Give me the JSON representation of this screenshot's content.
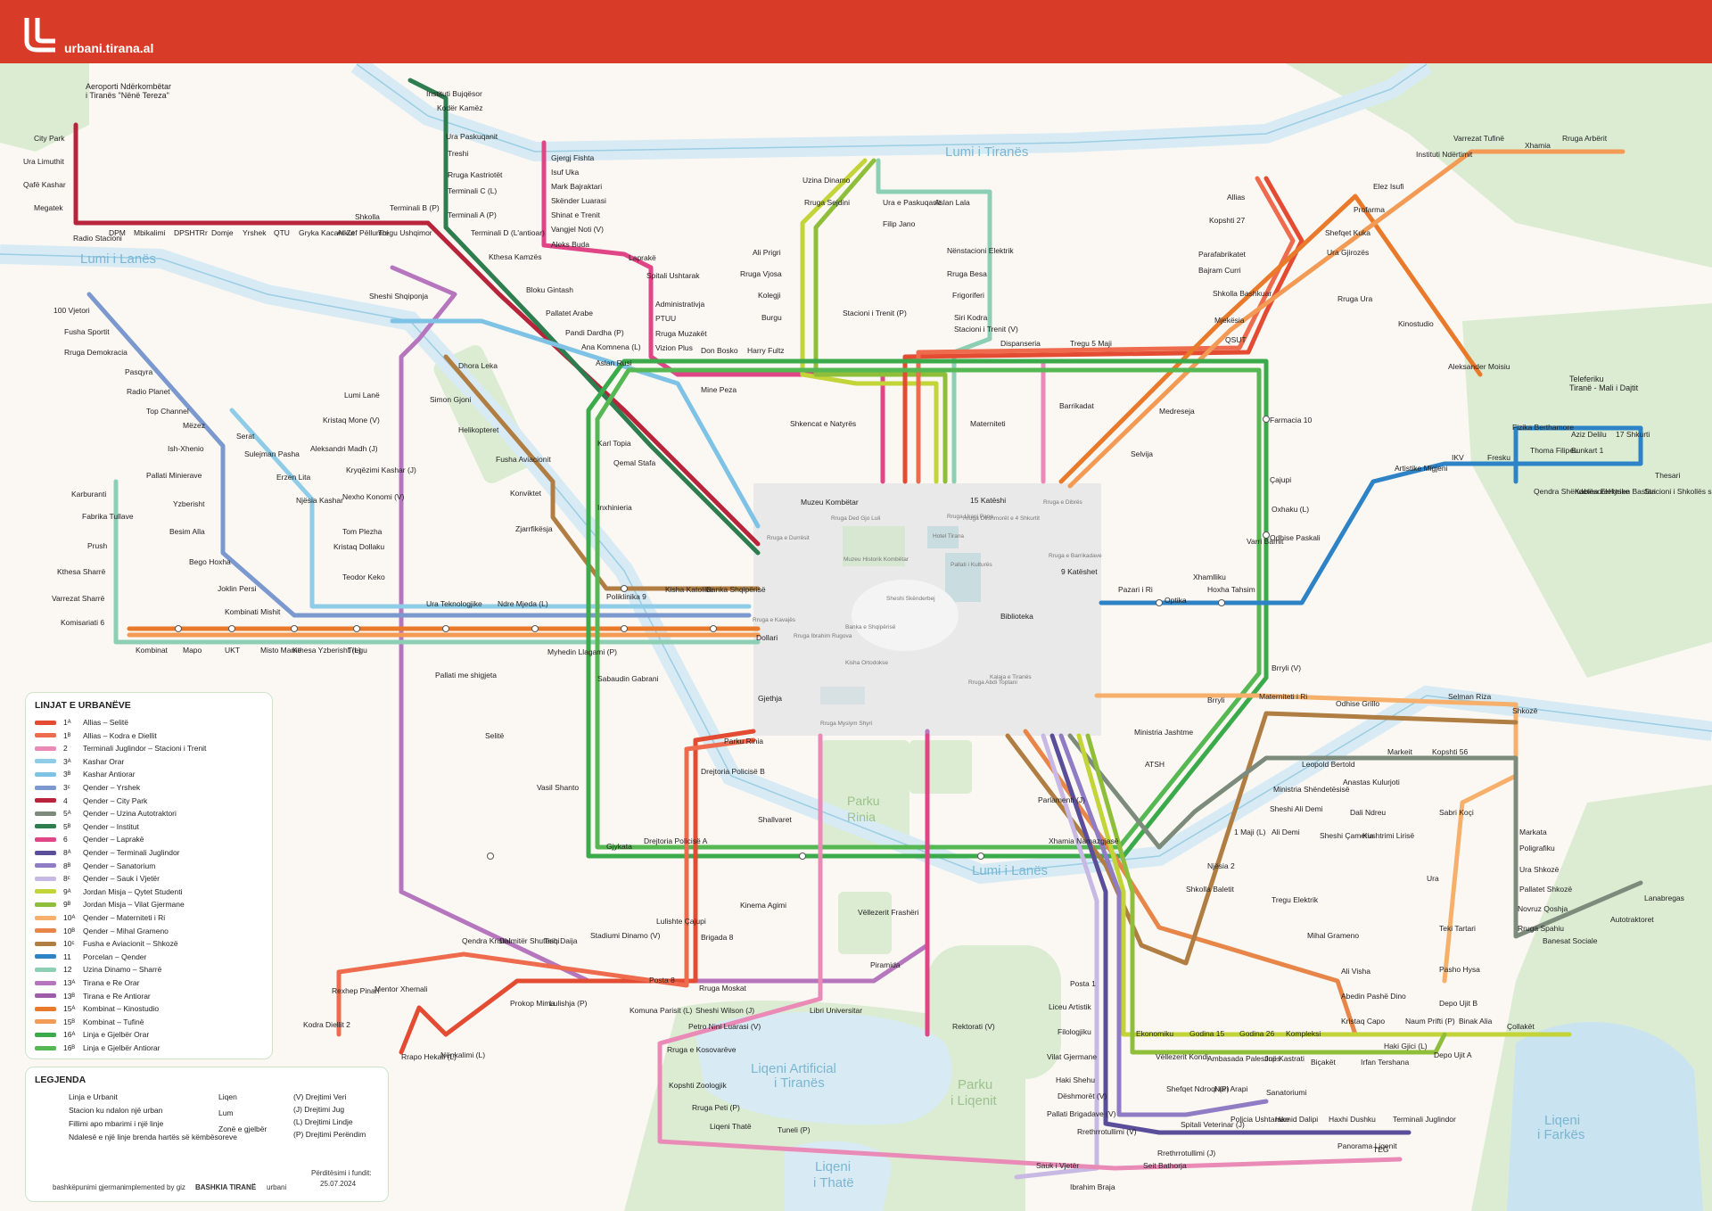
{
  "header": {
    "site": "urbani.tirana.al",
    "color": "#d83c29"
  },
  "map_labels": {
    "airport": [
      "Aeroporti Ndërkombëtar",
      "i Tiranës \"Nënë Tereza\""
    ],
    "river_tirana": "Lumi i Tiranës",
    "river_lana_west": "Lumi i Lanës",
    "river_lana_center": "Lumi i Lanës",
    "park_rinia": [
      "Parku",
      "Rinia"
    ],
    "lake_artificial": [
      "Liqeni Artificial",
      "i Tiranës"
    ],
    "park_liqenit": [
      "Parku",
      "i Liqenit"
    ],
    "lake_thate": [
      "Liqeni",
      "i Thatë"
    ],
    "lake_farkes": [
      "Liqeni",
      "i Farkës"
    ],
    "cable_car": [
      "Teleferiku",
      "Tiranë - Mali i Dajtit"
    ],
    "center_places": [
      "Muzeu Historik Kombëtar",
      "Sheshi Skënderbej",
      "Hotel Tirana",
      "Pallati i Kulturës",
      "Banka e Shqipërisë",
      "Kisha Ortodokse",
      "Kalaja e Tiranës",
      "Rruga e Kavajës",
      "Rruga e Durrësit",
      "Rruga Dëshmorët e 4 Shkurtit",
      "Rruga Abdi Toptani",
      "Rruga Myslym Shyri",
      "Rruga Ibrahim Rugova",
      "Rruga Ded Gjo Luli",
      "Rruga Urani Pano",
      "Rruga e Dibrës",
      "Rruga e Barrikadave"
    ]
  },
  "stops": [
    {
      "t": "City Park"
    },
    {
      "t": "Ura Limuthit"
    },
    {
      "t": "Qafë Kashar"
    },
    {
      "t": "Megatek"
    },
    {
      "t": "Radio Stacioni"
    },
    {
      "t": "DPM"
    },
    {
      "t": "Mbikalimi"
    },
    {
      "t": "DPSHTRr"
    },
    {
      "t": "Domje"
    },
    {
      "t": "Yrshek"
    },
    {
      "t": "QTU"
    },
    {
      "t": "Gryka Kacanikut"
    },
    {
      "t": "At Zef Pëllumbi"
    },
    {
      "t": "Shkolla"
    },
    {
      "t": "Tregu Ushqimor"
    },
    {
      "t": "Terminali B (P)"
    },
    {
      "t": "Instituti Bujqësor"
    },
    {
      "t": "Kodër Kamëz"
    },
    {
      "t": "Ura Paskuqanit"
    },
    {
      "t": "Treshi"
    },
    {
      "t": "Rruga Kastriotët"
    },
    {
      "t": "Terminali C (L)"
    },
    {
      "t": "Terminali A (P)"
    },
    {
      "t": "Terminali D (L'antioar)"
    },
    {
      "t": "Kthesa Kamzës"
    },
    {
      "t": "Gjergj Fishta"
    },
    {
      "t": "Isuf Uka"
    },
    {
      "t": "Mark Bajraktari"
    },
    {
      "t": "Skënder Luarasi"
    },
    {
      "t": "Shinat e Trenit"
    },
    {
      "t": "Vangjel Noti (V)"
    },
    {
      "t": "Aleks Buda"
    },
    {
      "t": "Laprakë"
    },
    {
      "t": "Spitali Ushtarak"
    },
    {
      "t": "Administrativja"
    },
    {
      "t": "PTUU"
    },
    {
      "t": "Rruga Muzakët"
    },
    {
      "t": "Vizion Plus"
    },
    {
      "t": "Bloku Gintash"
    },
    {
      "t": "Pallatet Arabe"
    },
    {
      "t": "Pandi Dardha (P)"
    },
    {
      "t": "Ana Komnena (L)"
    },
    {
      "t": "Aslan Rusi"
    },
    {
      "t": "Don Bosko"
    },
    {
      "t": "Harry Fultz"
    },
    {
      "t": "Mine Peza"
    },
    {
      "t": "Karl Topia"
    },
    {
      "t": "Qemal Stafa"
    },
    {
      "t": "Inxhinieria"
    },
    {
      "t": "Uzina Dinamo"
    },
    {
      "t": "Rruga Sejdini"
    },
    {
      "t": "Ura e Paskuqanit"
    },
    {
      "t": "Aslan Lala"
    },
    {
      "t": "Filip Jano"
    },
    {
      "t": "Ali Prigri"
    },
    {
      "t": "Rruga Vjosa"
    },
    {
      "t": "Kolegji"
    },
    {
      "t": "Burgu"
    },
    {
      "t": "Stacioni i Trenit (P)"
    },
    {
      "t": "Nënstacioni Elektrik"
    },
    {
      "t": "Rruga Besa"
    },
    {
      "t": "Frigoriferi"
    },
    {
      "t": "Siri Kodra"
    },
    {
      "t": "Stacioni i Trenit (V)"
    },
    {
      "t": "Dispanseria"
    },
    {
      "t": "Tregu 5 Maji"
    },
    {
      "t": "Shkencat e Natyrës"
    },
    {
      "t": "Materniteti"
    },
    {
      "t": "Barrikadat"
    },
    {
      "t": "Muzeu Kombëtar"
    },
    {
      "t": "15 Katëshi"
    },
    {
      "t": "9 Katëshet"
    },
    {
      "t": "Biblioteka"
    },
    {
      "t": "Dollari"
    },
    {
      "t": "Gjethja"
    },
    {
      "t": "Sheshi Shqiponja"
    },
    {
      "t": "100 Vjetori"
    },
    {
      "t": "Fusha Sportit"
    },
    {
      "t": "Rruga Demokracia"
    },
    {
      "t": "Pasqyra"
    },
    {
      "t": "Radio Planet"
    },
    {
      "t": "Top Channel"
    },
    {
      "t": "Mëzez"
    },
    {
      "t": "Ish-Xhenio"
    },
    {
      "t": "Pallati Minierave"
    },
    {
      "t": "Yzberisht"
    },
    {
      "t": "Besim Alla"
    },
    {
      "t": "Bego Hoxha"
    },
    {
      "t": "Joklin Persi"
    },
    {
      "t": "Kombinati Mishit"
    },
    {
      "t": "Karburanti"
    },
    {
      "t": "Fabrika Tullave"
    },
    {
      "t": "Prush"
    },
    {
      "t": "Kthesa Sharrë"
    },
    {
      "t": "Varrezat Sharrë"
    },
    {
      "t": "Komisariati 6"
    },
    {
      "t": "Serat"
    },
    {
      "t": "Sulejman Pasha"
    },
    {
      "t": "Erzen Lita"
    },
    {
      "t": "Njësia Kashar"
    },
    {
      "t": "Dhora Leka"
    },
    {
      "t": "Simon Gjoni"
    },
    {
      "t": "Helikopteret"
    },
    {
      "t": "Fusha Aviacionit"
    },
    {
      "t": "Konviktet"
    },
    {
      "t": "Zjarrfikësja"
    },
    {
      "t": "Lumi Lanë"
    },
    {
      "t": "Kristaq Mone (V)"
    },
    {
      "t": "Aleksandri Madh (J)"
    },
    {
      "t": "Kryqëzimi Kashar (J)"
    },
    {
      "t": "Nexho Konomi (V)"
    },
    {
      "t": "Tom Plezha"
    },
    {
      "t": "Kristaq Dollaku"
    },
    {
      "t": "Teodor Keko"
    },
    {
      "t": "Kombinat"
    },
    {
      "t": "Mapo"
    },
    {
      "t": "UKT"
    },
    {
      "t": "Misto Mame"
    },
    {
      "t": "Kthesa Yzberisht (L)"
    },
    {
      "t": "Tregu"
    },
    {
      "t": "Ura Teknologjike"
    },
    {
      "t": "Ndre Mjeda (L)"
    },
    {
      "t": "Myhedin Llagami (P)"
    },
    {
      "t": "Poliklinika 9"
    },
    {
      "t": "Kisha Katolike"
    },
    {
      "t": "Banka Shqipërisë"
    },
    {
      "t": "Sabaudin Gabrani"
    },
    {
      "t": "Pallati me shigjeta"
    },
    {
      "t": "Selitë"
    },
    {
      "t": "Vasil Shanto"
    },
    {
      "t": "Parku Rinia"
    },
    {
      "t": "Drejtoria Policisë B"
    },
    {
      "t": "Shallvaret"
    },
    {
      "t": "Gjykata"
    },
    {
      "t": "Drejtoria Policisë A"
    },
    {
      "t": "Kinema Agimi"
    },
    {
      "t": "Lulishte Çajupi"
    },
    {
      "t": "Brigada 8"
    },
    {
      "t": "Stadiumi Dinamo (V)"
    },
    {
      "t": "Posta 8"
    },
    {
      "t": "Rruga Moskat"
    },
    {
      "t": "Komuna Parisit (L)"
    },
    {
      "t": "Sheshi Wilson (J)"
    },
    {
      "t": "Libri Universitar"
    },
    {
      "t": "Vëllezerit Frashëri"
    },
    {
      "t": "Piramida"
    },
    {
      "t": "Rektorati (V)"
    },
    {
      "t": "Qendra Kristal"
    },
    {
      "t": "Dhimitër Shuteriqi"
    },
    {
      "t": "Tish Daija"
    },
    {
      "t": "Prokop Mima"
    },
    {
      "t": "Lulishja (P)"
    },
    {
      "t": "Mentor Xhemali"
    },
    {
      "t": "Rexhep Pinari"
    },
    {
      "t": "Kodra Diellit 2"
    },
    {
      "t": "Rrapo Hekali (L)"
    },
    {
      "t": "Nënkalimi (L)"
    },
    {
      "t": "Petro Nini Luarasi (V)"
    },
    {
      "t": "Rruga e Kosovarëve"
    },
    {
      "t": "Kopshti Zoologjik"
    },
    {
      "t": "Rruga Peti (P)"
    },
    {
      "t": "Liqeni Thatë"
    },
    {
      "t": "Tuneli (P)"
    },
    {
      "t": "Varrezat Tufinë"
    },
    {
      "t": "Xhamia"
    },
    {
      "t": "Rruga Arbërit"
    },
    {
      "t": "Instituti Ndërtimit"
    },
    {
      "t": "Elez Isufi"
    },
    {
      "t": "Profarma"
    },
    {
      "t": "Shefqet Kuka"
    },
    {
      "t": "Ura Gjirozës"
    },
    {
      "t": "Rruga Ura"
    },
    {
      "t": "Kinostudio"
    },
    {
      "t": "Aleksander Moisiu"
    },
    {
      "t": "Allias"
    },
    {
      "t": "Kopshti 27"
    },
    {
      "t": "Parafabrikatet"
    },
    {
      "t": "Bajram Curri"
    },
    {
      "t": "Shkolla Bashkuar"
    },
    {
      "t": "Mjekësia"
    },
    {
      "t": "QSUT"
    },
    {
      "t": "Medreseja"
    },
    {
      "t": "Selvija"
    },
    {
      "t": "Farmacia 10"
    },
    {
      "t": "Çajupi"
    },
    {
      "t": "Odhise Paskali"
    },
    {
      "t": "Xhamlliku"
    },
    {
      "t": "Pazari i Ri"
    },
    {
      "t": "Optika"
    },
    {
      "t": "Hoxha Tahsim"
    },
    {
      "t": "Varri Bamit"
    },
    {
      "t": "Oxhaku (L)"
    },
    {
      "t": "Artistike Migjeni"
    },
    {
      "t": "IKV"
    },
    {
      "t": "Fresku"
    },
    {
      "t": "Fizika Berthamore"
    },
    {
      "t": "Thoma Filipeu"
    },
    {
      "t": "Aziz Delilu"
    },
    {
      "t": "Bunkart 1"
    },
    {
      "t": "17 Shkurti"
    },
    {
      "t": "Thesari"
    },
    {
      "t": "Qendra Shëndetësore"
    },
    {
      "t": "Kabina Elektrike"
    },
    {
      "t": "Hysen Bastari"
    },
    {
      "t": "Stacioni i Shkollës së Re"
    },
    {
      "t": "Brryli (V)"
    },
    {
      "t": "Brryli"
    },
    {
      "t": "Materniteti i Ri"
    },
    {
      "t": "Odhise Grillo"
    },
    {
      "t": "Selman Riza"
    },
    {
      "t": "Shkozë"
    },
    {
      "t": "Ministria Jashtme"
    },
    {
      "t": "ATSH"
    },
    {
      "t": "Leopold Bertold"
    },
    {
      "t": "Markeit"
    },
    {
      "t": "Kopshti 56"
    },
    {
      "t": "Anastas Kulurjoti"
    },
    {
      "t": "Ministria Shëndetësisë"
    },
    {
      "t": "Sheshi Ali Demi"
    },
    {
      "t": "Dali Ndreu"
    },
    {
      "t": "Sabri Koçi"
    },
    {
      "t": "Parlamenti (J)"
    },
    {
      "t": "Xhamia Namazgjasë"
    },
    {
      "t": "1 Maji (L)"
    },
    {
      "t": "Ali Demi"
    },
    {
      "t": "Sheshi Çameria"
    },
    {
      "t": "Kushtrimi Lirisë"
    },
    {
      "t": "Markata"
    },
    {
      "t": "Poligrafiku"
    },
    {
      "t": "Ura Shkozë"
    },
    {
      "t": "Pallatet Shkozë"
    },
    {
      "t": "Novruz Qoshja"
    },
    {
      "t": "Rruga Spahiu"
    },
    {
      "t": "Banesat Sociale"
    },
    {
      "t": "Autotraktoret"
    },
    {
      "t": "Lanabregas"
    },
    {
      "t": "Njësia 2"
    },
    {
      "t": "Shkolla Baletit"
    },
    {
      "t": "Tregu Elektrik"
    },
    {
      "t": "Ura"
    },
    {
      "t": "Teki Tartari"
    },
    {
      "t": "Mihal Grameno"
    },
    {
      "t": "Pasho Hysa"
    },
    {
      "t": "Ali Visha"
    },
    {
      "t": "Abedin Pashë Dino"
    },
    {
      "t": "Depo Ujit B"
    },
    {
      "t": "Posta 1"
    },
    {
      "t": "Liceu Artistik"
    },
    {
      "t": "Filologjiku"
    },
    {
      "t": "Vilat Gjermane"
    },
    {
      "t": "Haki Shehu"
    },
    {
      "t": "Dëshmorët (V)"
    },
    {
      "t": "Pallati Brigadave (V)"
    },
    {
      "t": "Rrethrrotullimi (V)"
    },
    {
      "t": "Rrethrrotullimi (J)"
    },
    {
      "t": "Seit Bathorja"
    },
    {
      "t": "Ekonomiku"
    },
    {
      "t": "Godina 15"
    },
    {
      "t": "Godina 26"
    },
    {
      "t": "Kompleksi"
    },
    {
      "t": "Kristaq Capo"
    },
    {
      "t": "Naum Prifti (P)"
    },
    {
      "t": "Binak Alia"
    },
    {
      "t": "Çollakët"
    },
    {
      "t": "Vëllezerit Kondi"
    },
    {
      "t": "Ambasada Palestinës"
    },
    {
      "t": "Jup Kastrati"
    },
    {
      "t": "Biçakët"
    },
    {
      "t": "Irfan Tershana"
    },
    {
      "t": "Haki Gjici (L)"
    },
    {
      "t": "Depo Ujit A"
    },
    {
      "t": "Shefqet Ndroqi (P)"
    },
    {
      "t": "Nuri Arapi"
    },
    {
      "t": "Sanatoriumi"
    },
    {
      "t": "Spitali Veterinar (J)"
    },
    {
      "t": "Policia Ushtarake"
    },
    {
      "t": "Hamid Dalipi"
    },
    {
      "t": "Haxhi Dushku"
    },
    {
      "t": "Terminali Juglindor"
    },
    {
      "t": "Panorama Liqenit"
    },
    {
      "t": "TEG"
    },
    {
      "t": "Sauk i Vjetër"
    },
    {
      "t": "Ibrahim Braja"
    }
  ],
  "legend": {
    "lines_title": "LINJAT E URBANËVE",
    "lines": [
      {
        "badge": "1ᴬ",
        "label": "Allias – Selitë",
        "color": "#e34b32"
      },
      {
        "badge": "1ᴮ",
        "label": "Allias – Kodra e Diellit",
        "color": "#ee6b4e"
      },
      {
        "badge": "2",
        "label": "Terminali Juglindor – Stacioni i Trenit",
        "color": "#e98bb6"
      },
      {
        "badge": "3ᴬ",
        "label": "Kashar Orar",
        "color": "#8fcce8"
      },
      {
        "badge": "3ᴮ",
        "label": "Kashar Antiorar",
        "color": "#7ec2e6"
      },
      {
        "badge": "3ᶜ",
        "label": "Qender – Yrshek",
        "color": "#7b98cf"
      },
      {
        "badge": "4",
        "label": "Qender – City Park",
        "color": "#b8243a"
      },
      {
        "badge": "5ᴬ",
        "label": "Qender – Uzina Autotraktori",
        "color": "#7c8b7c"
      },
      {
        "badge": "5ᴮ",
        "label": "Qender – Institut",
        "color": "#2e7d4f"
      },
      {
        "badge": "6",
        "label": "Qender – Laprakë",
        "color": "#e04585"
      },
      {
        "badge": "8ᴬ",
        "label": "Qender – Terminali Juglindor",
        "color": "#5a4e9a"
      },
      {
        "badge": "8ᴮ",
        "label": "Qender – Sanatorium",
        "color": "#8f7cc4"
      },
      {
        "badge": "8ᶜ",
        "label": "Qender – Sauk i Vjetër",
        "color": "#c7b9e4"
      },
      {
        "badge": "9ᴬ",
        "label": "Jordan Misja – Qytet Studenti",
        "color": "#c2d437"
      },
      {
        "badge": "9ᴮ",
        "label": "Jordan Misja – Vilat Gjermane",
        "color": "#8fbe3a"
      },
      {
        "badge": "10ᴬ",
        "label": "Qender – Materniteti i Ri",
        "color": "#f6b06c"
      },
      {
        "badge": "10ᴮ",
        "label": "Qender – Mihal Grameno",
        "color": "#e8864a"
      },
      {
        "badge": "10ᶜ",
        "label": "Fusha e Aviacionit – Shkozë",
        "color": "#b07d42"
      },
      {
        "badge": "11",
        "label": "Porcelan – Qender",
        "color": "#2d83c6"
      },
      {
        "badge": "12",
        "label": "Uzina Dinamo – Sharrë",
        "color": "#8ccfb4"
      },
      {
        "badge": "13ᴬ",
        "label": "Tirana e Re Orar",
        "color": "#b676be"
      },
      {
        "badge": "13ᴮ",
        "label": "Tirana e Re Antiorar",
        "color": "#9c5daa"
      },
      {
        "badge": "15ᴬ",
        "label": "Kombinat – Kinostudio",
        "color": "#ea7a2b"
      },
      {
        "badge": "15ᴮ",
        "label": "Kombinat – Tufinë",
        "color": "#f39a55"
      },
      {
        "badge": "16ᴬ",
        "label": "Linja e Gjelbër Orar",
        "color": "#3aaa4a"
      },
      {
        "badge": "16ᴮ",
        "label": "Linja e Gjelbër Antiorar",
        "color": "#55b853"
      }
    ],
    "key_title": "LEGJENDA",
    "keys": [
      "Linja e Urbanit",
      "Stacion ku ndalon një urban",
      "Fillimi apo mbarimi i një linje",
      "Ndalesë e një linje brenda hartës së këmbësoreve",
      "Liqen",
      "Lum",
      "Zonë e gjelbër"
    ],
    "directions": [
      "(V)  Drejtimi Veri",
      "(J)  Drejtimi Jug",
      "(L)  Drejtimi Lindje",
      "(P)  Drejtimi Perëndim"
    ],
    "updated": [
      "Përditësimi i fundit:",
      "25.07.2024"
    ],
    "partners": [
      "bashkëpunimi gjerman",
      "implemented by giz",
      "BASHKIA TIRANË",
      "urbani"
    ]
  }
}
